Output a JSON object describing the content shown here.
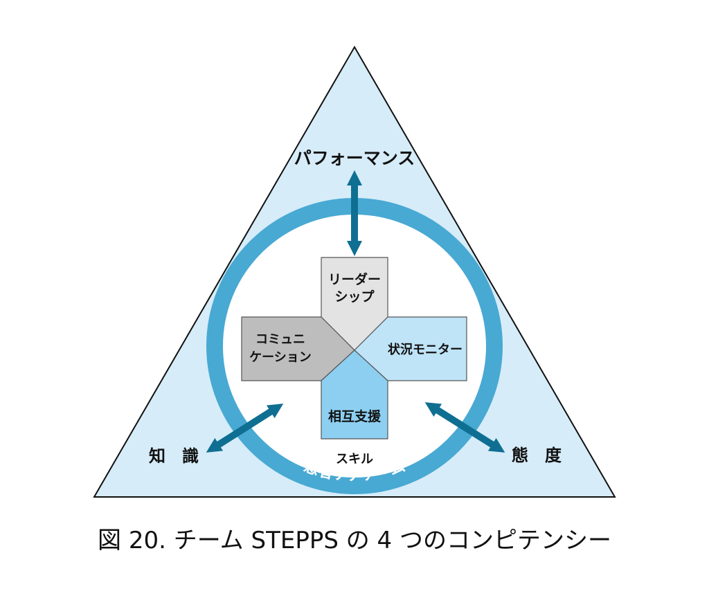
{
  "diagram": {
    "outer_labels": {
      "top": "パフォーマンス",
      "bottom_left": "知　識",
      "bottom_right": "態　度",
      "bottom_center": "スキル"
    },
    "ring_label": "患者ケアチーム",
    "cross": {
      "top_line1": "リーダー",
      "top_line2": "シップ",
      "left_line1": "コミュニ",
      "left_line2": "ケーション",
      "right": "状況モニター",
      "bottom": "相互支援"
    }
  },
  "caption": "図 20.  チーム STEPPS の 4 つのコンピテンシー",
  "colors": {
    "triangle_fill": "#d6ecf8",
    "ring": "#48a9d3",
    "arrow": "#0f6f92",
    "cross_top": "#e3e3e3",
    "cross_left": "#bdbdbd",
    "cross_right": "#bfe3f7",
    "cross_bottom": "#8dcff1"
  },
  "icons": {
    "arrow_top": "double-arrow-icon",
    "arrow_left": "double-arrow-icon",
    "arrow_right": "double-arrow-icon"
  }
}
